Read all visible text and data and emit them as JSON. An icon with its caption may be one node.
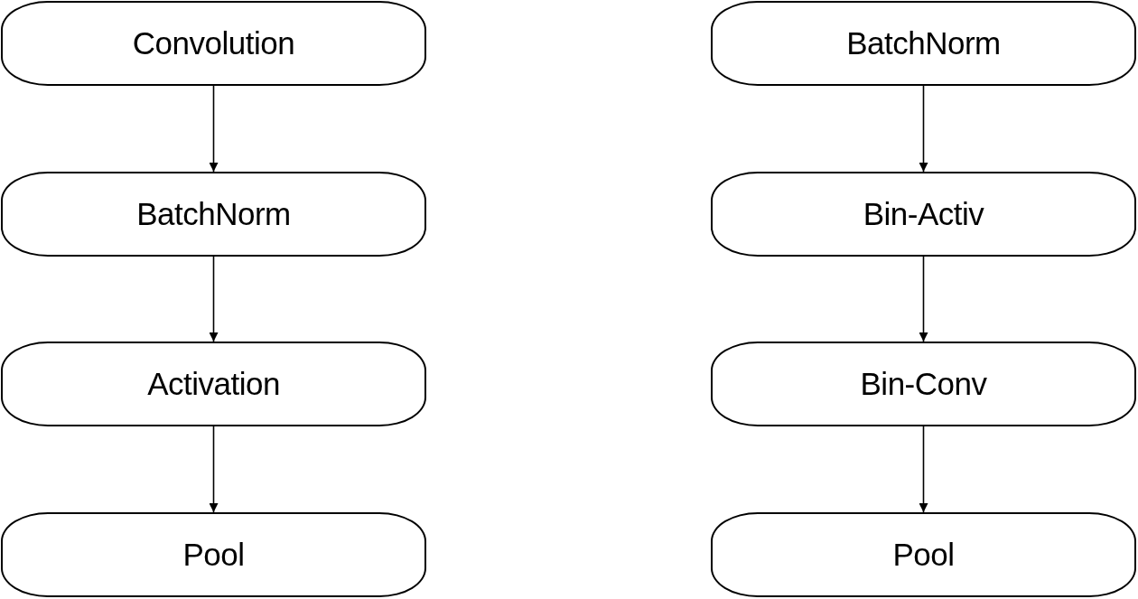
{
  "diagram": {
    "nodes": [
      {
        "text": [
          "Convolution"
        ]
      },
      {
        "text": [
          "BatchNorm"
        ]
      },
      {
        "text": [
          "Activation"
        ]
      },
      {
        "text": [
          "Pool"
        ]
      },
      {
        "text": [
          "BatchNorm"
        ]
      },
      {
        "text": [
          "Bin-Activ"
        ]
      },
      {
        "text": [
          "Bin-Conv"
        ]
      },
      {
        "text": [
          "Pool"
        ]
      }
    ],
    "edges": [
      {
        "from": 0,
        "to": 1,
        "arrow": "to"
      },
      {
        "from": 1,
        "to": 2,
        "arrow": "to"
      },
      {
        "from": 2,
        "to": 3,
        "arrow": "to"
      },
      {
        "from": 4,
        "to": 5,
        "arrow": "to"
      },
      {
        "from": 5,
        "to": 6,
        "arrow": "to"
      },
      {
        "from": 6,
        "to": 7,
        "arrow": "to"
      }
    ]
  }
}
